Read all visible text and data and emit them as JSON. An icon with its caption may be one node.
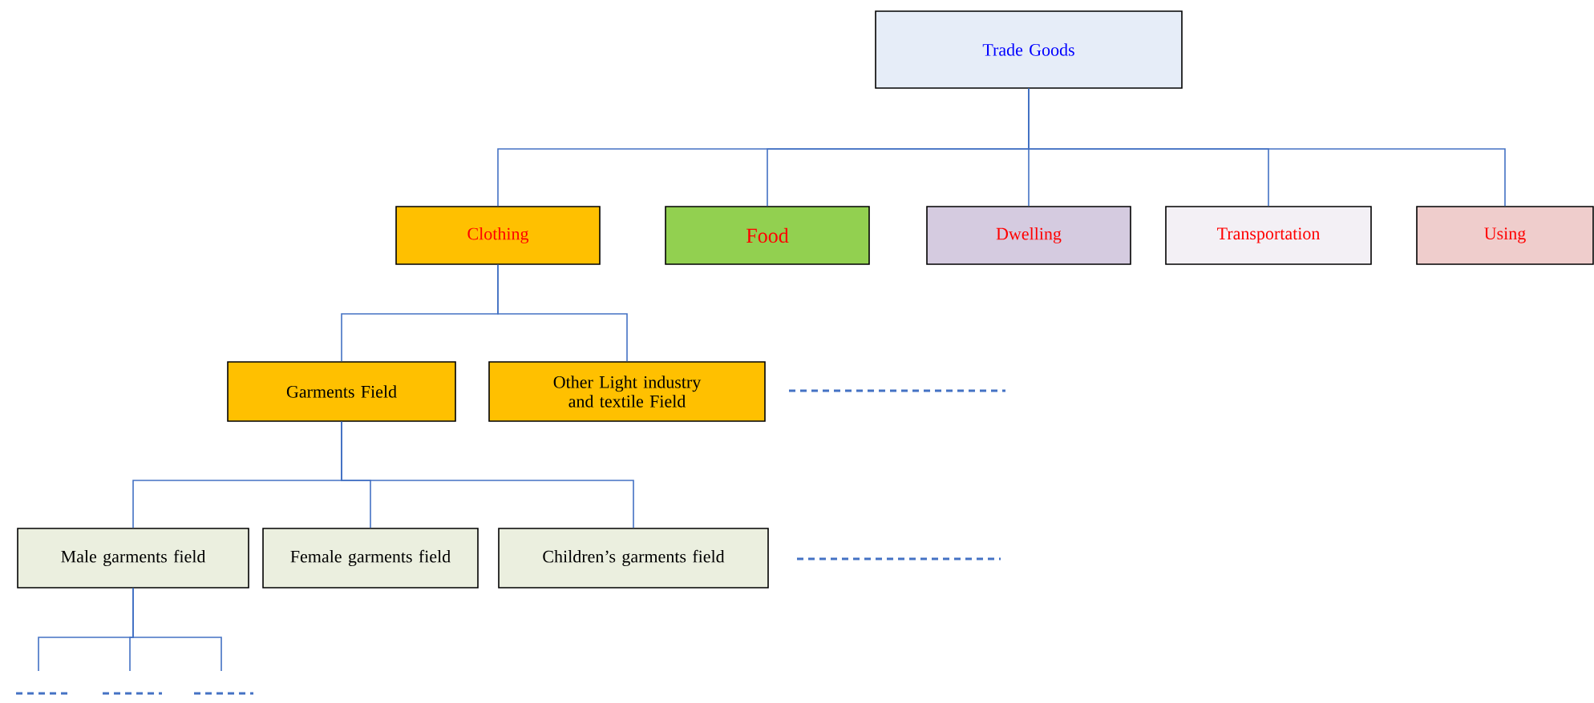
{
  "diagram": {
    "nodes": [
      {
        "text": [
          "Trade Goods"
        ]
      },
      {
        "text": [
          "Clothing"
        ]
      },
      {
        "text": [
          "Food"
        ]
      },
      {
        "text": [
          "Dwelling"
        ]
      },
      {
        "text": [
          "Transportation"
        ]
      },
      {
        "text": [
          "Using"
        ]
      },
      {
        "text": [
          "Garments Field"
        ]
      },
      {
        "text": [
          "Other Light industry and textile Field"
        ]
      },
      {
        "text": [
          "Male garments field"
        ]
      },
      {
        "text": [
          "Female garments field"
        ]
      },
      {
        "text": [
          "Children’s garments field"
        ]
      }
    ],
    "edges": [
      {
        "from": 0,
        "to": 1,
        "arrow": "none"
      },
      {
        "from": 0,
        "to": 2,
        "arrow": "none"
      },
      {
        "from": 0,
        "to": 3,
        "arrow": "none"
      },
      {
        "from": 0,
        "to": 4,
        "arrow": "none"
      },
      {
        "from": 0,
        "to": 5,
        "arrow": "none"
      },
      {
        "from": 1,
        "to": 6,
        "arrow": "none"
      },
      {
        "from": 1,
        "to": 7,
        "arrow": "none"
      },
      {
        "from": 6,
        "to": 8,
        "arrow": "none"
      },
      {
        "from": 6,
        "to": 9,
        "arrow": "none"
      },
      {
        "from": 6,
        "to": 10,
        "arrow": "none"
      },
      {
        "from": 8,
        "to": null,
        "arrow": "none"
      },
      {
        "from": 8,
        "to": null,
        "arrow": "none"
      },
      {
        "from": 8,
        "to": null,
        "arrow": "none"
      }
    ]
  }
}
